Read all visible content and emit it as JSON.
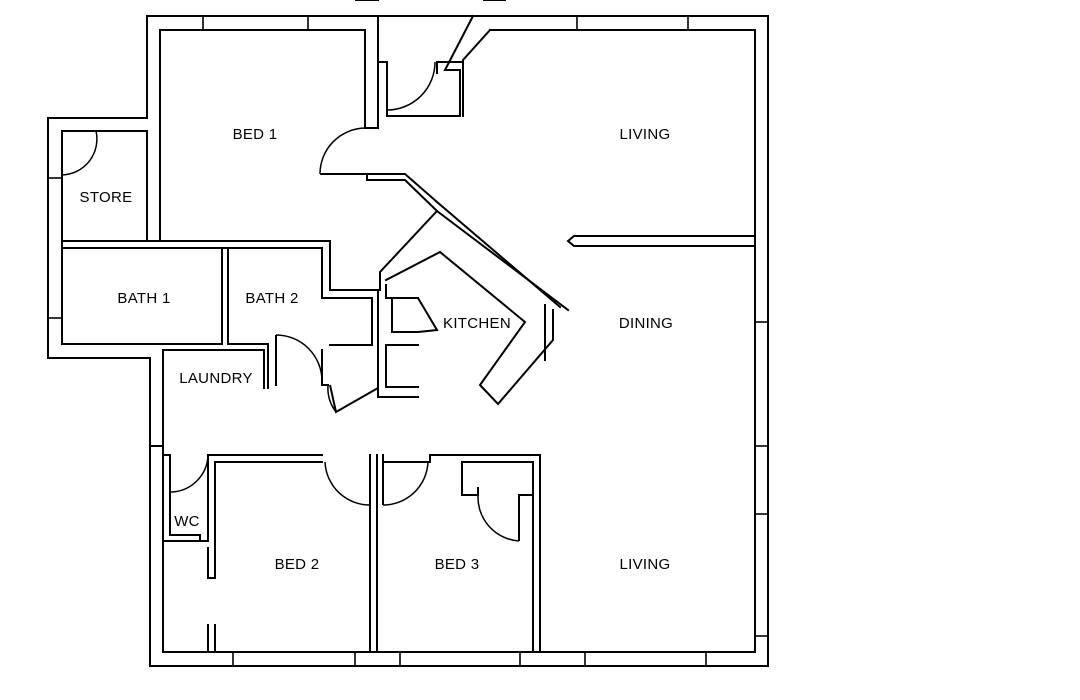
{
  "floorplan": {
    "rooms": {
      "bed1": "BED 1",
      "living_top": "LIVING",
      "store": "STORE",
      "bath1": "BATH 1",
      "bath2": "BATH 2",
      "kitchen": "KITCHEN",
      "dining": "DINING",
      "laundry": "LAUNDRY",
      "wc": "WC",
      "bed2": "BED 2",
      "bed3": "BED 3",
      "living_bottom": "LIVING"
    },
    "colors": {
      "line": "#000000",
      "background": "#ffffff"
    }
  }
}
